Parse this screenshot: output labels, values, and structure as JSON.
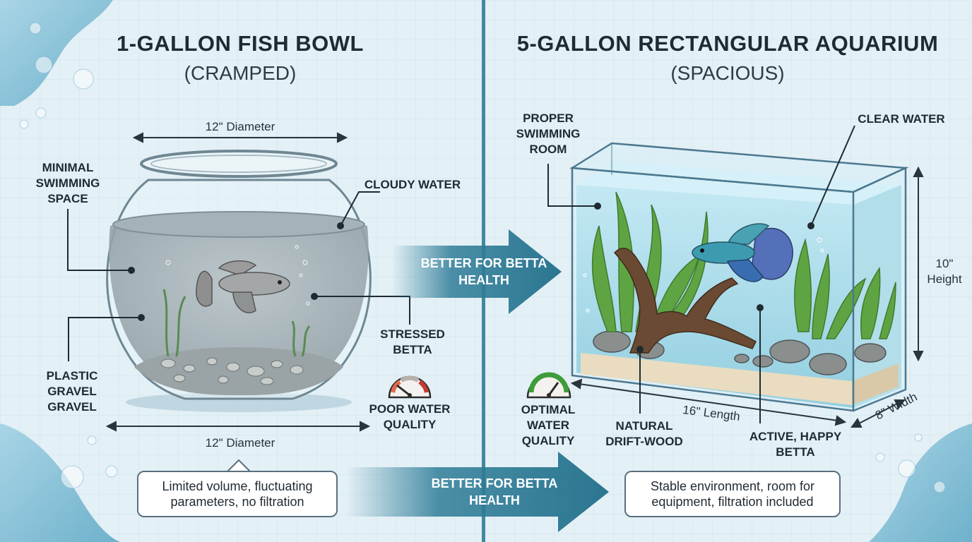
{
  "left": {
    "title": "1-GALLON FISH BOWL",
    "subtitle": "(CRAMPED)",
    "top_dimension": "12\" Diameter",
    "bottom_dimension": "12\" Diameter",
    "labels": {
      "minimal_swimming_space": "MINIMAL SWIMMING SPACE",
      "cloudy_water": "CLOUDY WATER",
      "stressed_betta": "STRESSED BETTA",
      "plastic_gravel": "PLASTIC GRAVEL GRAVEL",
      "poor_water_quality": "POOR WATER QUALITY"
    },
    "note": "Limited volume, fluctuating parameters, no filtration"
  },
  "right": {
    "title": "5-GALLON RECTANGULAR AQUARIUM",
    "subtitle": "(SPACIOUS)",
    "labels": {
      "proper_swimming_room": "PROPER SWIMMING ROOM",
      "clear_water": "CLEAR WATER",
      "optimal_water_quality": "OPTIMAL WATER QUALITY",
      "natural_driftwood": "NATURAL DRIFT-WOOD",
      "active_happy_betta": "ACTIVE, HAPPY BETTA"
    },
    "dimensions": {
      "height": "10\" Height",
      "length": "16\" Length",
      "width": "8\" Width"
    },
    "note": "Stable environment, room for equipment, filtration included"
  },
  "arrows": {
    "top": "BETTER FOR BETTA HEALTH",
    "bottom": "BETTER FOR BETTA HEALTH"
  },
  "colors": {
    "background": "#e3f0f6",
    "divider": "#3f8aa0",
    "arrow": "#2f7d98",
    "gauge_poor": "#c63a34",
    "gauge_good": "#3f9c3a",
    "plant": "#5ea443",
    "driftwood": "#6b4a33"
  }
}
